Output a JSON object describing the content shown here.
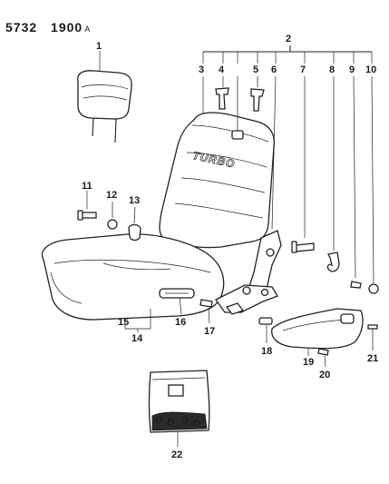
{
  "header": {
    "code": "5732",
    "num": "1900",
    "rev": "A"
  },
  "colors": {
    "ink": "#1a1a1a",
    "background": "#ffffff"
  },
  "embossed_text": "TURBO",
  "callouts": {
    "c1": "1",
    "c2": "2",
    "c3": "3",
    "c4": "4",
    "c5": "5",
    "c6": "6",
    "c7": "7",
    "c8": "8",
    "c9": "9",
    "c10": "10",
    "c11": "11",
    "c12": "12",
    "c13": "13",
    "c14": "14",
    "c15": "15",
    "c16": "16",
    "c17": "17",
    "c18": "18",
    "c19": "19",
    "c20": "20",
    "c21": "21",
    "c22": "22"
  }
}
